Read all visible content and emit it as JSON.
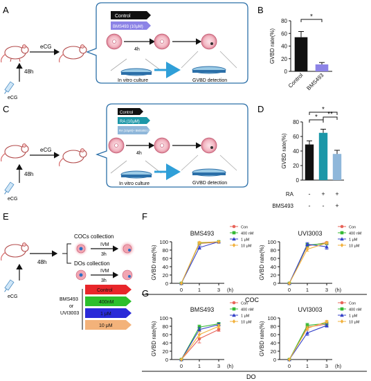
{
  "panel_labels": {
    "A": "A",
    "B": "B",
    "C": "C",
    "D": "D",
    "E": "E",
    "F": "F",
    "G": "G"
  },
  "schematic_a": {
    "ecg": "eCG",
    "hours": "48h",
    "ecg_injection": "eCG",
    "legend": [
      "Control",
      "BMS493 (10μM)"
    ],
    "time": "4h",
    "culture": "In vitro culture",
    "detection": "GVBD detection"
  },
  "schematic_c": {
    "ecg": "eCG",
    "hours": "48h",
    "ecg_injection": "eCG",
    "legend": [
      "Control",
      "RA (10μM)",
      "RA (10μM)+ BMS493 (10μM)"
    ],
    "time": "4h",
    "culture": "In vitro culture",
    "detection": "GVBD detection"
  },
  "schematic_e": {
    "hours": "48h",
    "ecg_injection": "eCG",
    "cocs": "COCs collection",
    "dos": "DOs collection",
    "ivm": "IVM",
    "ivm_time": "3h",
    "drug_a": "BMS493",
    "or": "or",
    "drug_b": "UVI3003",
    "doses": [
      {
        "label": "Control",
        "color": "#e8262a"
      },
      {
        "label": "400nM",
        "color": "#2cbf2c"
      },
      {
        "label": "1 μM",
        "color": "#2a2ad8"
      },
      {
        "label": "10 μM",
        "color": "#f3b27a"
      }
    ]
  },
  "colors": {
    "black": "#111111",
    "purple": "#8c83e6",
    "teal": "#1c97a8",
    "lightblue": "#8fb7da",
    "con": "#e8645a",
    "c400": "#35b935",
    "c1": "#3340c8",
    "c10": "#f2b13c"
  },
  "chart_data": [
    {
      "id": "B",
      "type": "bar",
      "ylabel": "GVBD rate(%)",
      "ylim": [
        0,
        80
      ],
      "yticks": [
        0,
        20,
        40,
        60,
        80
      ],
      "categories": [
        "Control",
        "BMS493"
      ],
      "values": [
        54,
        11
      ],
      "errors": [
        9,
        3
      ],
      "colors": [
        "#111111",
        "#8c83e6"
      ],
      "significance": [
        {
          "pair": [
            0,
            1
          ],
          "label": "*"
        }
      ]
    },
    {
      "id": "D",
      "type": "bar",
      "ylabel": "GVBD rate(%)",
      "ylim": [
        0,
        80
      ],
      "yticks": [
        0,
        20,
        40,
        60,
        80
      ],
      "categories": [
        "",
        "",
        ""
      ],
      "values": [
        49,
        65,
        36
      ],
      "errors": [
        5,
        5,
        5
      ],
      "colors": [
        "#111111",
        "#1c97a8",
        "#8fb7da"
      ],
      "factor_rows": [
        {
          "label": "RA",
          "marks": [
            "-",
            "+",
            "+"
          ]
        },
        {
          "label": "BMS493",
          "marks": [
            "-",
            "-",
            "+"
          ]
        }
      ],
      "significance": [
        {
          "pair": [
            0,
            1
          ],
          "label": "*"
        },
        {
          "pair": [
            1,
            2
          ],
          "label": "**"
        },
        {
          "pair": [
            0,
            2
          ],
          "label": "*"
        }
      ]
    },
    {
      "id": "F1",
      "type": "line",
      "title": "BMS493",
      "ylabel": "GVBD rate(%)",
      "xunit": "(h)",
      "x": [
        0,
        1,
        3
      ],
      "ylim": [
        0,
        100
      ],
      "yticks": [
        0,
        20,
        40,
        60,
        80,
        100
      ],
      "legend": [
        "Con",
        "400 nM",
        "1 μM",
        "10 μM"
      ],
      "series": [
        {
          "name": "Con",
          "color": "#e8645a",
          "marker": "circle",
          "values": [
            0,
            96,
            99
          ],
          "errors": [
            0,
            3,
            2
          ]
        },
        {
          "name": "400 nM",
          "color": "#35b935",
          "marker": "square",
          "values": [
            0,
            97,
            100
          ],
          "errors": [
            0,
            2,
            1
          ]
        },
        {
          "name": "1 μM",
          "color": "#3340c8",
          "marker": "triangle",
          "values": [
            0,
            86,
            100
          ],
          "errors": [
            0,
            4,
            1
          ]
        },
        {
          "name": "10 μM",
          "color": "#f2b13c",
          "marker": "diamond",
          "values": [
            0,
            98,
            100
          ],
          "errors": [
            0,
            2,
            1
          ]
        }
      ]
    },
    {
      "id": "F2",
      "type": "line",
      "title": "UVI3003",
      "ylabel": "GVBD rate(%)",
      "xunit": "(h)",
      "x": [
        0,
        1,
        3
      ],
      "ylim": [
        0,
        100
      ],
      "yticks": [
        0,
        20,
        40,
        60,
        80,
        100
      ],
      "legend": [
        "Con",
        "400 nM",
        "1 μM",
        "10 μM"
      ],
      "series": [
        {
          "name": "Con",
          "color": "#e8645a",
          "marker": "circle",
          "values": [
            0,
            90,
            98
          ],
          "errors": [
            0,
            4,
            2
          ]
        },
        {
          "name": "400 nM",
          "color": "#35b935",
          "marker": "square",
          "values": [
            0,
            92,
            96
          ],
          "errors": [
            0,
            4,
            3
          ]
        },
        {
          "name": "1 μM",
          "color": "#3340c8",
          "marker": "triangle",
          "values": [
            0,
            94,
            88
          ],
          "errors": [
            0,
            4,
            6
          ]
        },
        {
          "name": "10 μM",
          "color": "#f2b13c",
          "marker": "diamond",
          "values": [
            0,
            82,
            97
          ],
          "errors": [
            0,
            5,
            2
          ]
        }
      ]
    },
    {
      "id": "G1",
      "type": "line",
      "title": "BMS493",
      "ylabel": "GVBD rate(%)",
      "xunit": "(h)",
      "x": [
        0,
        1,
        3
      ],
      "ylim": [
        0,
        100
      ],
      "yticks": [
        0,
        20,
        40,
        60,
        80,
        100
      ],
      "legend": [
        "Con",
        "400 nM",
        "1 μM",
        "10 μM"
      ],
      "series": [
        {
          "name": "Con",
          "color": "#e8645a",
          "marker": "circle",
          "values": [
            0,
            50,
            72
          ],
          "errors": [
            0,
            10,
            4
          ]
        },
        {
          "name": "400 nM",
          "color": "#35b935",
          "marker": "square",
          "values": [
            0,
            78,
            86
          ],
          "errors": [
            0,
            5,
            3
          ]
        },
        {
          "name": "1 μM",
          "color": "#3340c8",
          "marker": "triangle",
          "values": [
            0,
            72,
            84
          ],
          "errors": [
            0,
            5,
            3
          ]
        },
        {
          "name": "10 μM",
          "color": "#f2b13c",
          "marker": "diamond",
          "values": [
            0,
            60,
            80
          ],
          "errors": [
            0,
            7,
            4
          ]
        }
      ]
    },
    {
      "id": "G2",
      "type": "line",
      "title": "UVI3003",
      "ylabel": "GVBD rate(%)",
      "xunit": "(h)",
      "x": [
        0,
        1,
        3
      ],
      "ylim": [
        0,
        100
      ],
      "yticks": [
        0,
        20,
        40,
        60,
        80,
        100
      ],
      "legend": [
        "Con",
        "400 nM",
        "1 μM",
        "10 μM"
      ],
      "series": [
        {
          "name": "Con",
          "color": "#e8645a",
          "marker": "circle",
          "values": [
            0,
            78,
            85
          ],
          "errors": [
            0,
            5,
            4
          ]
        },
        {
          "name": "400 nM",
          "color": "#35b935",
          "marker": "square",
          "values": [
            0,
            82,
            87
          ],
          "errors": [
            0,
            5,
            4
          ]
        },
        {
          "name": "1 μM",
          "color": "#3340c8",
          "marker": "triangle",
          "values": [
            0,
            64,
            82
          ],
          "errors": [
            0,
            6,
            4
          ]
        },
        {
          "name": "10 μM",
          "color": "#f2b13c",
          "marker": "diamond",
          "values": [
            0,
            75,
            91
          ],
          "errors": [
            0,
            5,
            3
          ]
        }
      ]
    }
  ],
  "group_labels": {
    "coc": "COC",
    "do": "DO"
  }
}
